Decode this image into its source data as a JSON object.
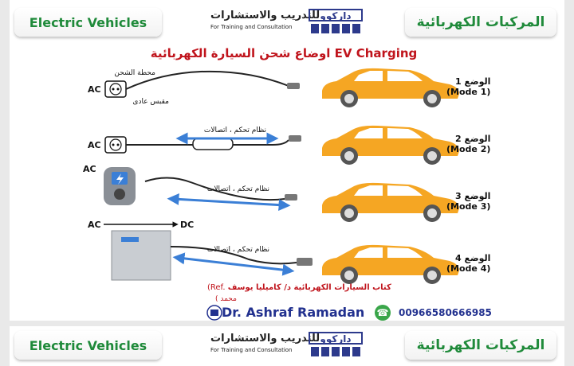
{
  "header": {
    "left_title": "Electric Vehicles",
    "right_title": "المركبات الكهربائية",
    "brand_ar": "للتدريب والاستشارات",
    "brand_en": "For Training and Consultation",
    "logo_text": "داركوو"
  },
  "title": {
    "ar": "اوضاع شحن السيارة الكهربائية",
    "en": "EV Charging"
  },
  "diagram": {
    "charging_station": "محطة الشحن",
    "normal_socket": "مقبس عادى",
    "ac": "AC",
    "dc": "DC",
    "control_comm": "نظام تحكم ، اتصالات",
    "modes": [
      {
        "ar": "الوضع 1",
        "en": "(Mode 1)"
      },
      {
        "ar": "الوضع 2",
        "en": "(Mode 2)"
      },
      {
        "ar": "الوضع 3",
        "en": "(Mode 3)"
      },
      {
        "ar": "الوضع 4",
        "en": "(Mode 4)"
      }
    ]
  },
  "footer": {
    "ref_label": "(Ref.",
    "ref_source": "كتاب السيارات الكهربائية د/ كاميليا يوسف",
    "ref_name": "( محمد",
    "author": "Dr. Ashraf Ramadan",
    "phone": "00966580666985"
  },
  "colors": {
    "green": "#1f8a3a",
    "red": "#c0141c",
    "blue": "#22318f",
    "car": "#f5a623",
    "cable_blue": "#3b7fd6"
  }
}
